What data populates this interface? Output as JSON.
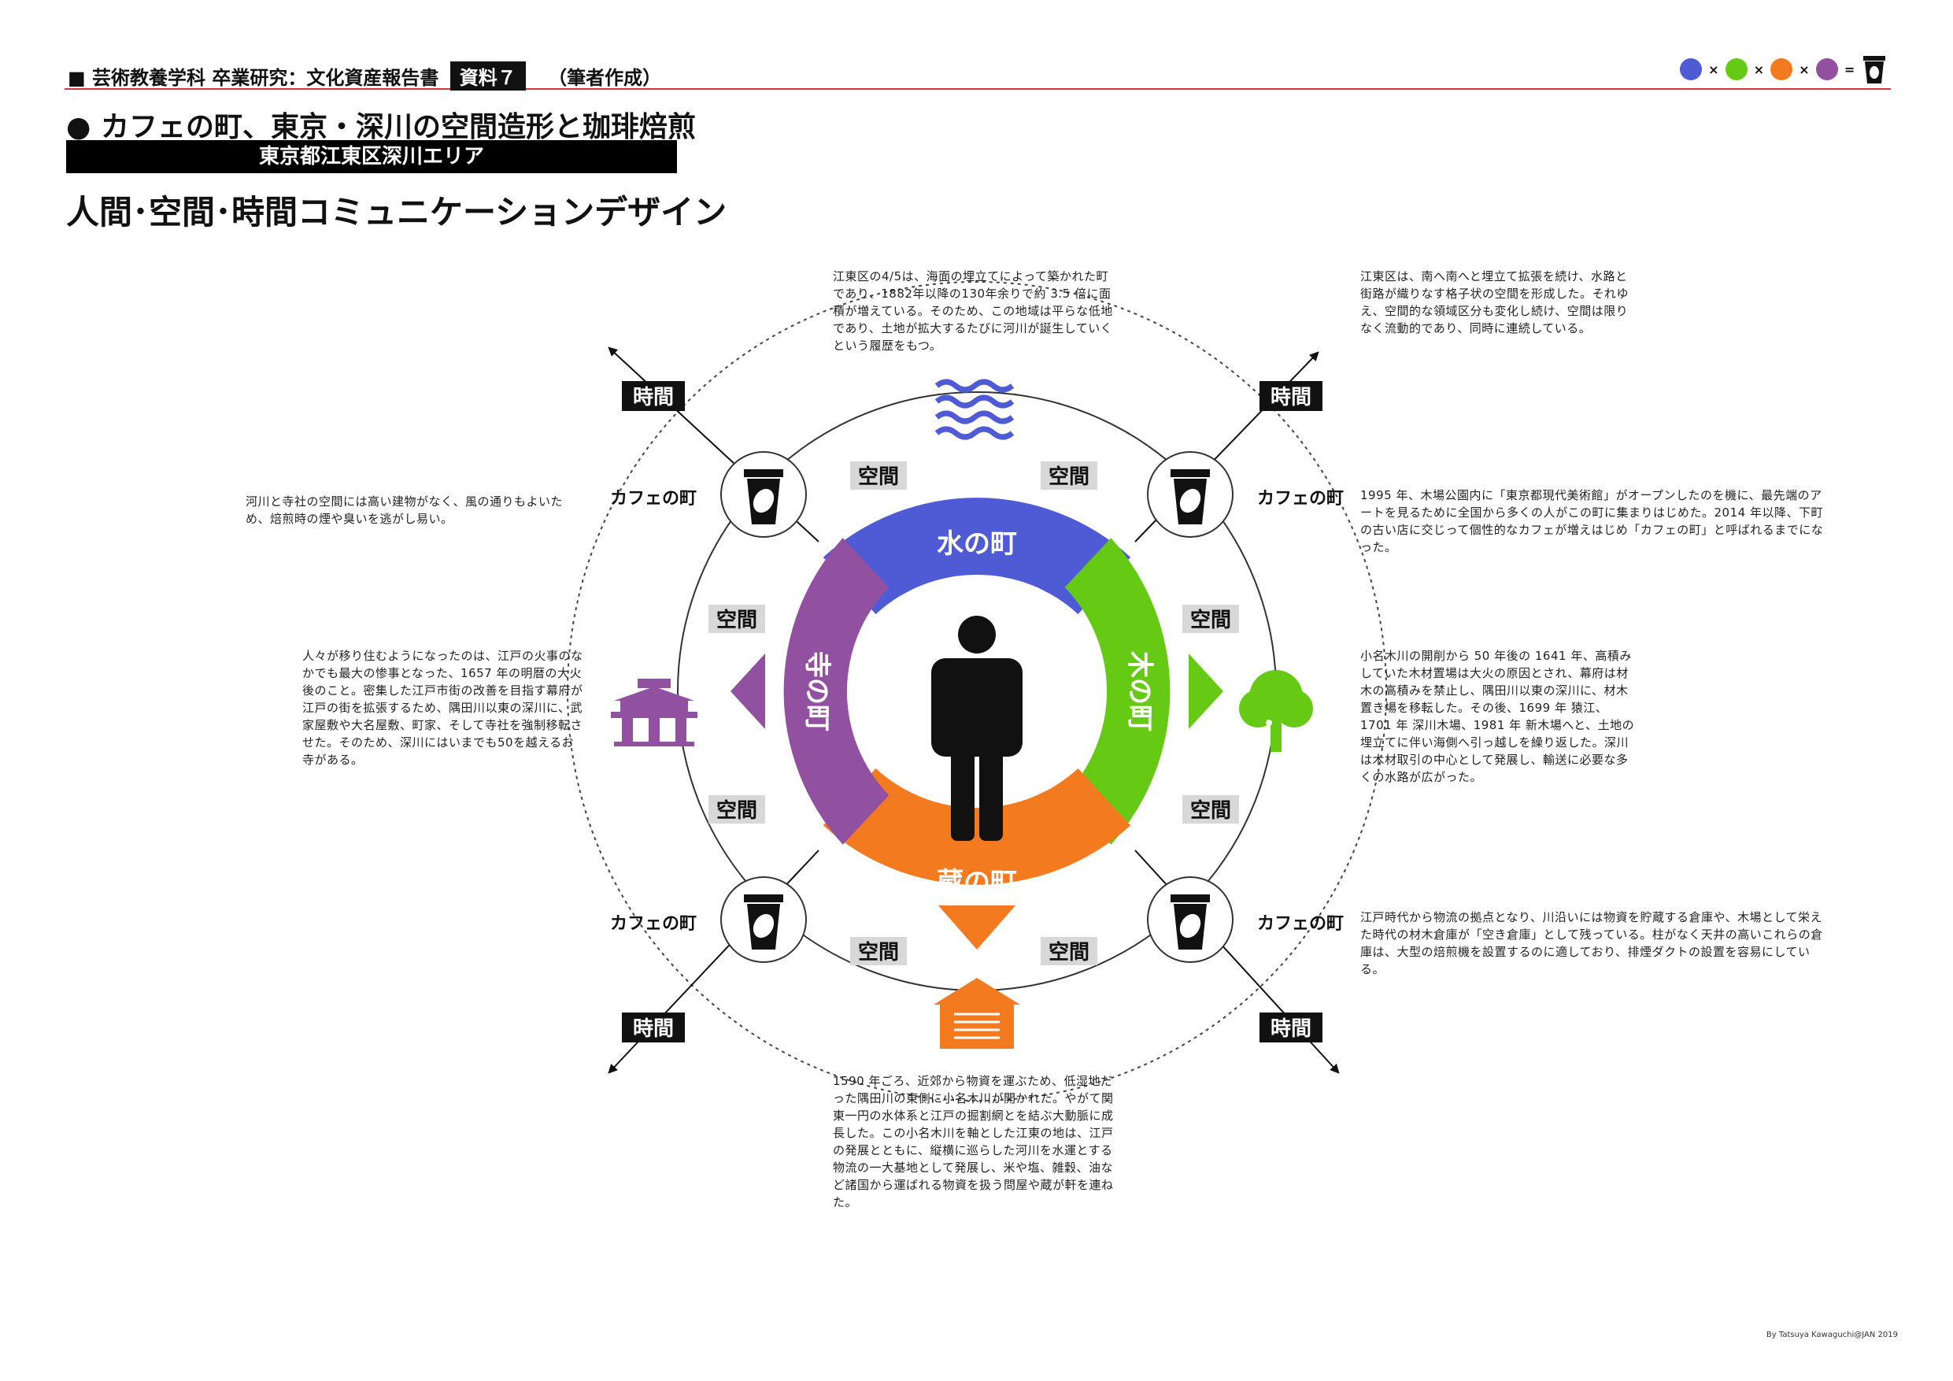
{
  "header": {
    "title": "■ 芸術教養学科 卒業研究：文化資産報告書",
    "badge": "資料７",
    "author": "（筆者作成）"
  },
  "headline": "● カフェの町、東京・深川の空間造形と珈琲焙煎",
  "area_label": "東京都江東区深川エリア",
  "subtitle": "人間･空間･時間コミュニケーションデザイン",
  "header_icons": {
    "times": "×",
    "equals": "=",
    "colors": [
      "#4f5bd5",
      "#66c914",
      "#f47a1f",
      "#9150a0",
      "#111111"
    ]
  },
  "diagram": {
    "segments": {
      "water": "水の町",
      "tree": "木の町",
      "storehouse": "蔵の町",
      "temple": "寺の町"
    },
    "segment_colors": {
      "water": "#4f5bd5",
      "tree": "#66c914",
      "storehouse": "#f47a1f",
      "temple": "#9150a0"
    },
    "space_label": "空間",
    "time_label": "時間",
    "cafe_label": "カフェの町"
  },
  "texts": {
    "top": "江東区の4/5は、海面の埋立てによって築かれた町であり、1882年以降の130年余りで約 3.5 倍に面積が増えている。そのため、この地域は平らな低地であり、土地が拡大するたびに河川が誕生していくという履歴をもつ。",
    "top_right": "江東区は、南へ南へと埋立て拡張を続け、水路と街路が織りなす格子状の空間を形成した。それゆえ、空間的な領域区分も変化し続け、空間は限りなく流動的であり、同時に連続している。",
    "left_upper": "河川と寺社の空間には高い建物がなく、風の通りもよいため、焙煎時の煙や臭いを逃がし易い。",
    "right_upper": "1995 年、木場公園内に「東京都現代美術館」がオープンしたのを機に、最先端のアートを見るために全国から多くの人がこの町に集まりはじめた。2014 年以降、下町の古い店に交じって個性的なカフェが増えはじめ「カフェの町」と呼ばれるまでになった。",
    "left_middle": "人々が移り住むようになったのは、江戸の火事のなかでも最大の惨事となった、1657 年の明暦の大火後のこと。密集した江戸市街の改善を目指す幕府が江戸の街を拡張するため、隅田川以東の深川に、武家屋敷や大名屋敷、町家、そして寺社を強制移転させた。そのため、深川にはいまでも50を越えるお寺がある。",
    "right_middle": "小名木川の開削から 50 年後の 1641 年、高積みしていた木材置場は大火の原因とされ、幕府は材木の高積みを禁止し、隅田川以東の深川に、材木置き場を移転した。その後、1699 年 猿江、1701 年 深川木場、1981 年 新木場へと、土地の埋立てに伴い海側へ引っ越しを繰り返した。深川は木材取引の中心として発展し、輸送に必要な多くの水路が広がった。",
    "right_lower": "江戸時代から物流の拠点となり、川沿いには物資を貯蔵する倉庫や、木場として栄えた時代の材木倉庫が「空き倉庫」として残っている。柱がなく天井の高いこれらの倉庫は、大型の焙煎機を設置するのに適しており、排煙ダクトの設置を容易にしている。",
    "bottom": "1590 年ごろ、近郊から物資を運ぶため、低湿地だった隅田川の東側に小名木川が開かれた。やがて関東一円の水体系と江戸の掘割網とを結ぶ大動脈に成長した。この小名木川を軸とした江東の地は、江戸の発展とともに、縦横に巡らした河川を水運とする物流の一大基地として発展し、米や塩、雑穀、油など諸国から運ばれる物資を扱う問屋や蔵が軒を連ねた。"
  },
  "credit": "By Tatsuya Kawaguchi@JAN 2019"
}
